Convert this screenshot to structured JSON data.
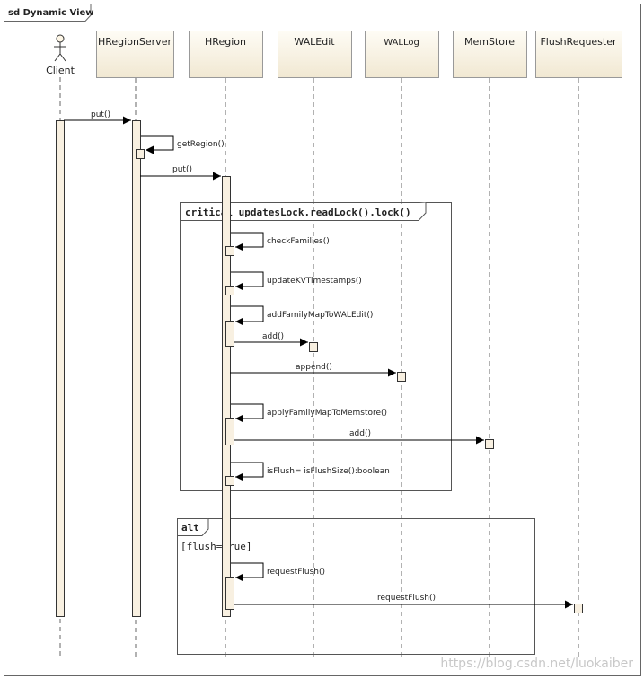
{
  "frame": {
    "label": "sd Dynamic View"
  },
  "actor": {
    "name": "Client"
  },
  "lifelines": [
    {
      "name": "HRegionServer"
    },
    {
      "name": "HRegion"
    },
    {
      "name": "WALEdit"
    },
    {
      "name": "WALLog"
    },
    {
      "name": "MemStore"
    },
    {
      "name": "FlushRequester"
    }
  ],
  "messages": [
    {
      "label": "put()"
    },
    {
      "label": "getRegion()"
    },
    {
      "label": "put()"
    },
    {
      "label": "checkFamilies()"
    },
    {
      "label": "updateKVTimestamps()"
    },
    {
      "label": "addFamilyMapToWALEdit()"
    },
    {
      "label": "add()"
    },
    {
      "label": "append()"
    },
    {
      "label": "applyFamilyMapToMemstore()"
    },
    {
      "label": "add()"
    },
    {
      "label": "isFlush= isFlushSize():boolean"
    },
    {
      "label": "requestFlush()"
    },
    {
      "label": "requestFlush()"
    }
  ],
  "fragments": {
    "critical": {
      "label": "critical updatesLock.readLock().lock()"
    },
    "alt": {
      "label": "alt",
      "guard": "[flush=true]"
    }
  },
  "watermark": "https://blog.csdn.net/luokaiber"
}
